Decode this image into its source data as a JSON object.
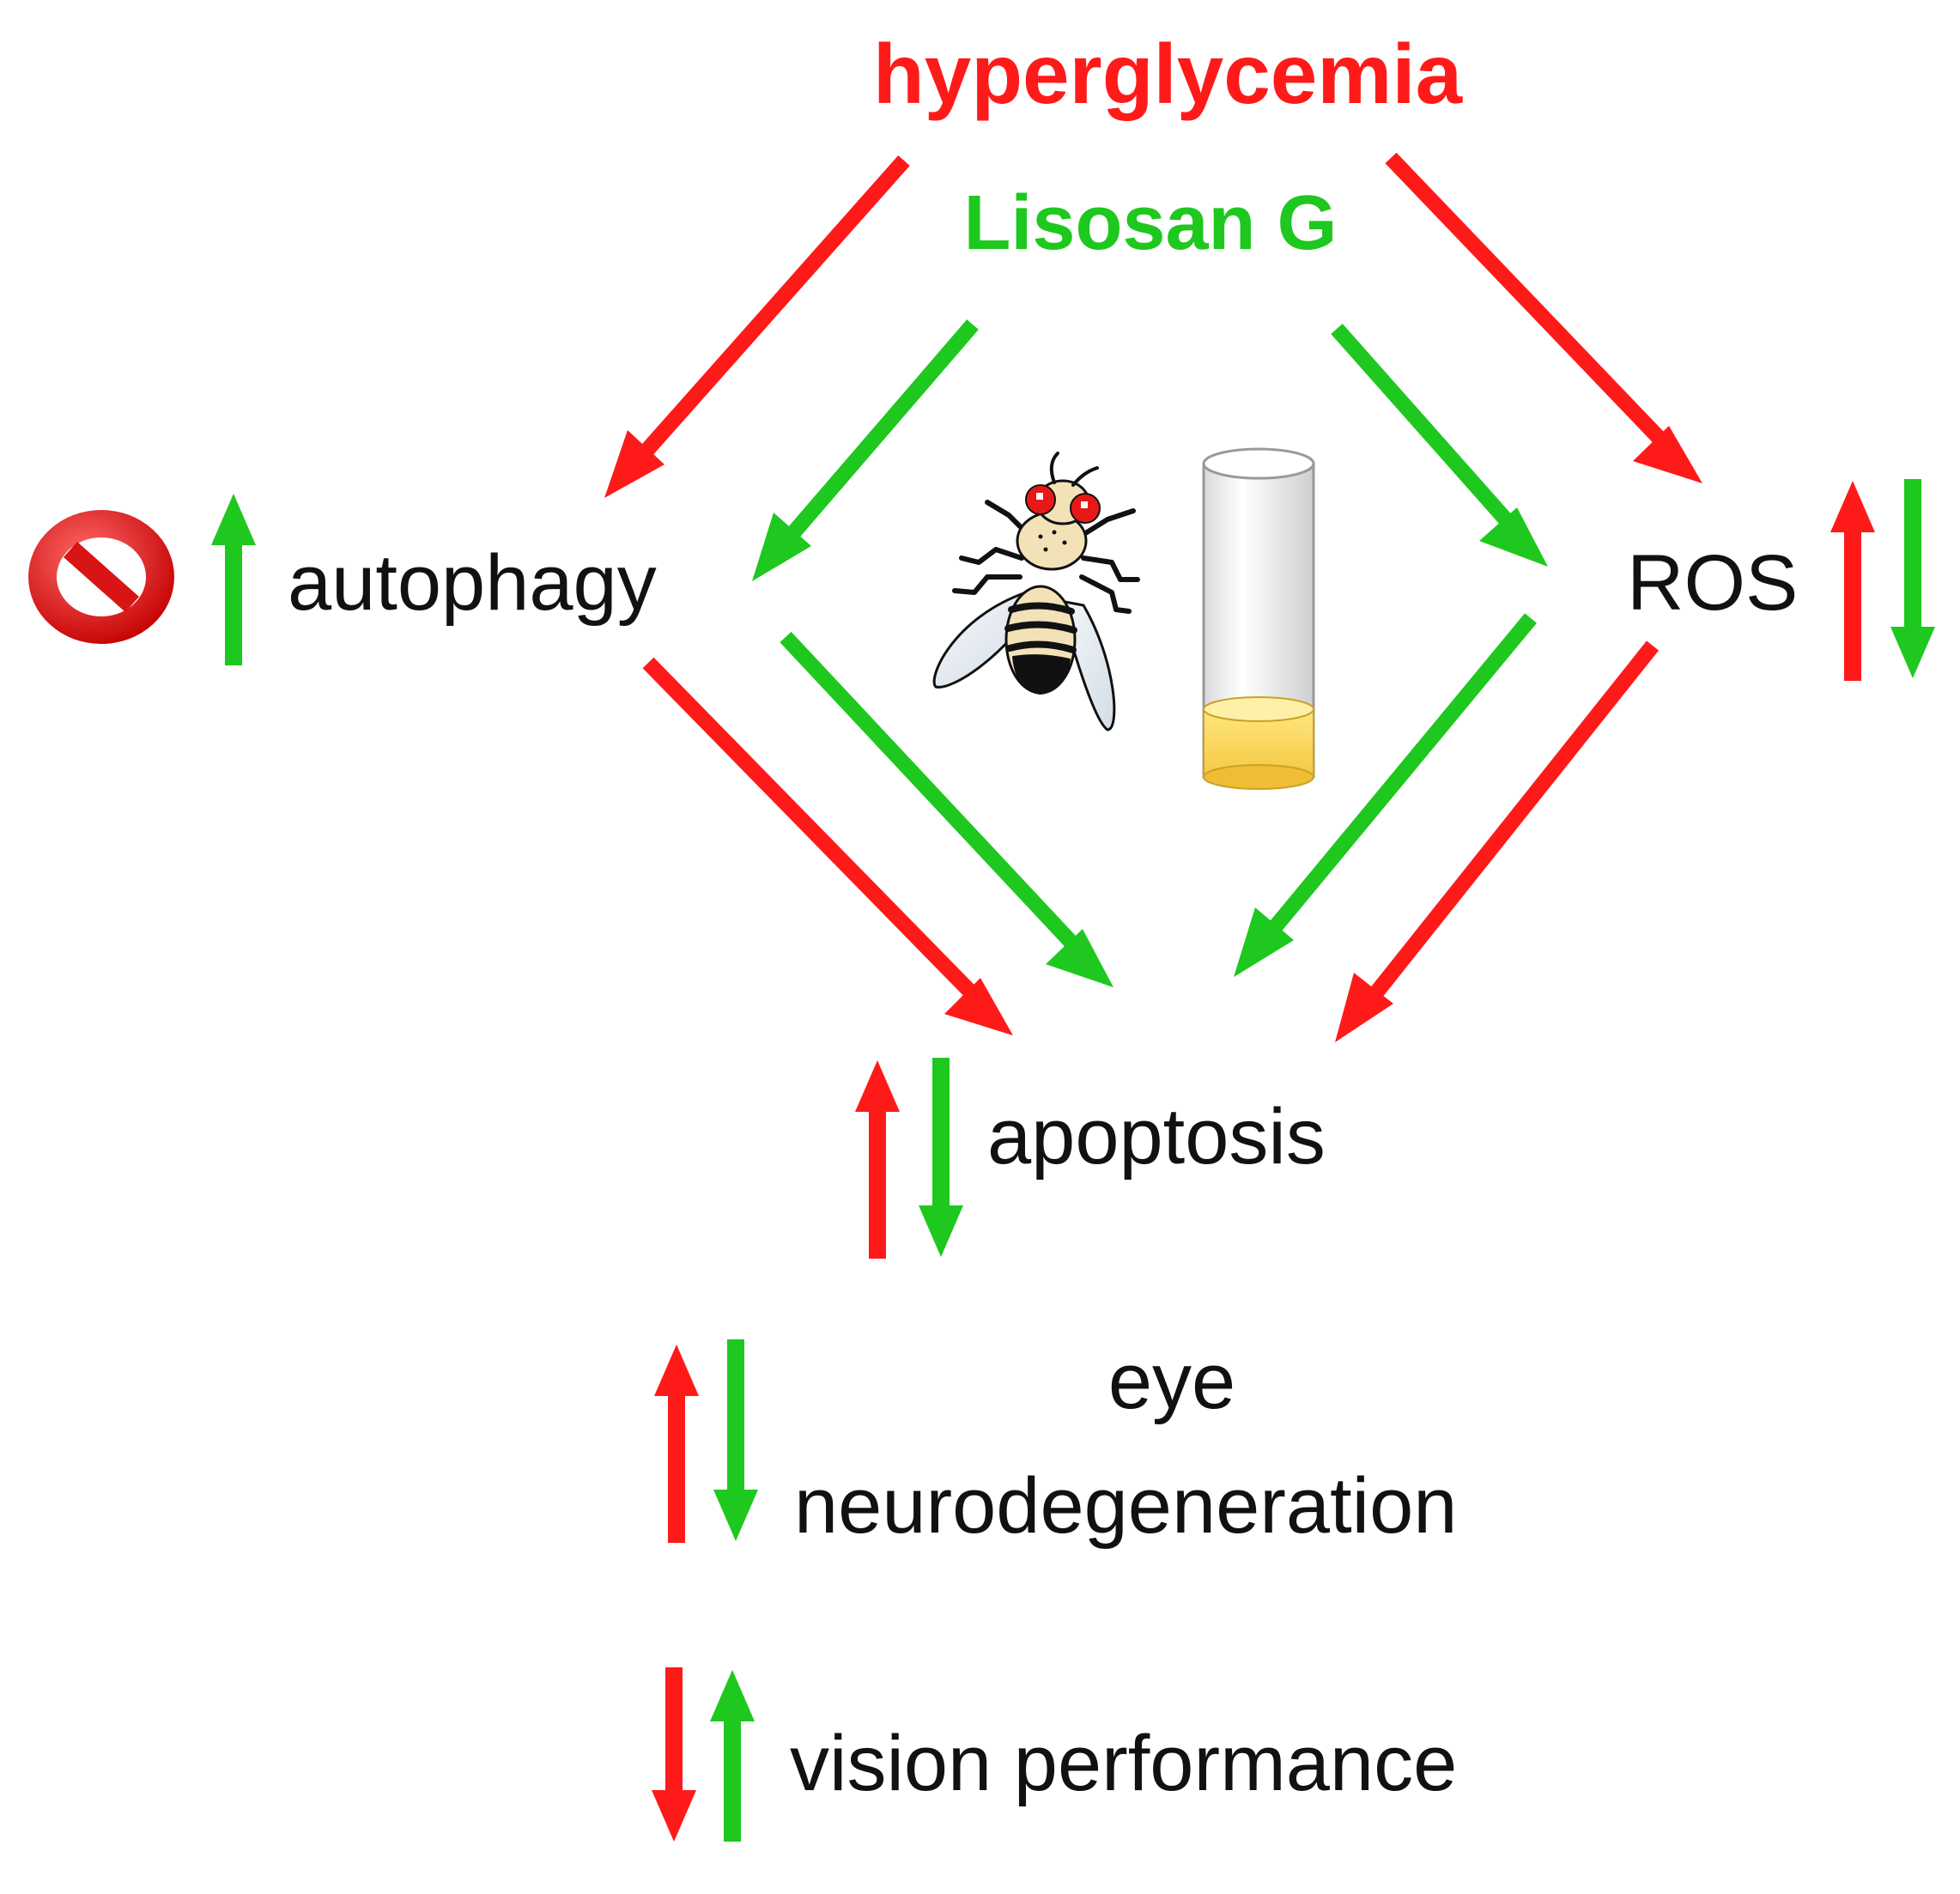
{
  "nodes": {
    "hyperglycemia": "hyperglycemia",
    "lisosan_g": "Lisosan G",
    "autophagy": "autophagy",
    "ros": "ROS",
    "apoptosis": "apoptosis",
    "eye_line1": "eye",
    "eye_line2": "neurodegeneration",
    "vision": "vision performance"
  },
  "colors": {
    "hyperglycemia": "#ff1a1a",
    "lisosan": "#1ec81e",
    "text": "#111111",
    "prohibit": "#e81818",
    "medium": "#ffd966"
  },
  "icons": {
    "prohibition": "prohibition-icon",
    "fly": "drosophila-fly-icon",
    "vial": "culture-vial-icon"
  }
}
